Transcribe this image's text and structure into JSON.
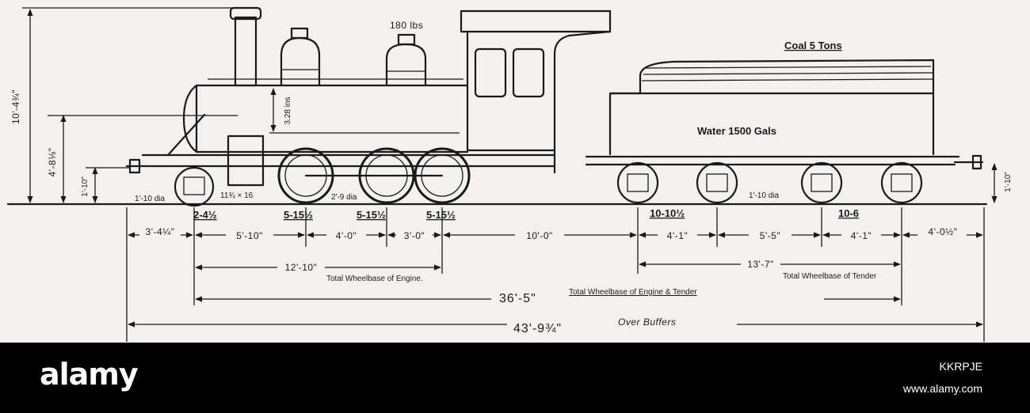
{
  "labels": {
    "pressure": "180 lbs",
    "coal": "Coal 5 Tons",
    "water": "Water 1500 Gals",
    "height_total": "10'-4¾\"",
    "height_boiler": "4'-8⅛\"",
    "height_buffer": "1'-10\"",
    "height_tender_buffer": "1'-10\"",
    "cylinder": "3.28 ins",
    "pony_wheel_dia": "1'-10 dia",
    "cylinder_size": "11¾ × 16",
    "driver_dia": "2'-9 dia",
    "tender_wheel_dia": "1'-10 dia"
  },
  "axle_loads": {
    "pony": "2-4½",
    "driver1": "5-15½",
    "driver2": "5-15½",
    "driver3": "5-15½",
    "tender_front": "10-10½",
    "tender_rear": "10-6"
  },
  "spacings": {
    "front_overhang": "3'-4¼\"",
    "pony_to_driver": "5'-10\"",
    "driver1_2": "4'-0\"",
    "driver2_3": "3'-0\"",
    "driver_to_tender": "10'-0\"",
    "tender_bogie1": "4'-1\"",
    "tender_centre": "5'-5\"",
    "tender_bogie2": "4'-1\"",
    "rear_overhang": "4'-0½\""
  },
  "wheelbases": {
    "engine_value": "12'-10\"",
    "engine_label": "Total Wheelbase of Engine.",
    "tender_value": "13'-7\"",
    "tender_label": "Total Wheelbase of Tender",
    "combined_value": "36'-5\"",
    "combined_label": "Total Wheelbase of Engine & Tender",
    "overall_value": "43'-9¾\"",
    "overall_label": "Over Buffers"
  },
  "footer": {
    "logo": "alamy",
    "image_id": "KKRPJE",
    "url": "www.alamy.com"
  },
  "colors": {
    "paper": "#f3f2ee",
    "ink": "#1a1a1a",
    "footer_bg": "#000000",
    "footer_text": "#ffffff"
  }
}
